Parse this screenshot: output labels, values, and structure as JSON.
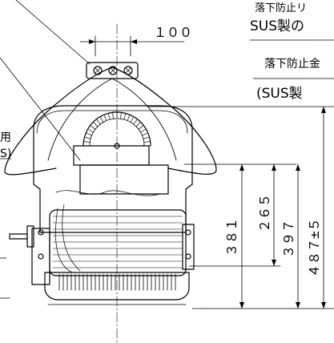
{
  "labels": {
    "top_right_1": "落下防止リ",
    "top_right_2": "SUS製の",
    "mid_right_1": "落下防止金",
    "mid_right_2": "(SUS製",
    "left_1": "用",
    "left_2": "S)"
  },
  "dimensions": {
    "width_top": "１００",
    "dim_381": "３８１",
    "dim_265": "２６５",
    "dim_397": "３９７",
    "dim_487": "４８７±５"
  },
  "colors": {
    "line": "#000000",
    "background": "#ffffff"
  }
}
